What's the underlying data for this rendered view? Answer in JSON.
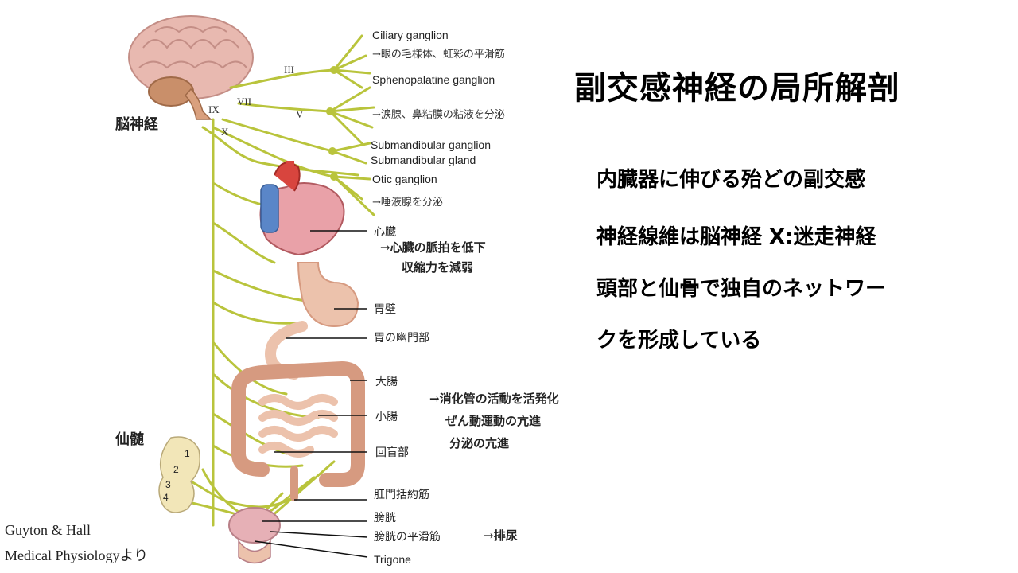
{
  "slide": {
    "title": "副交感神経の局所解剖",
    "body_lines": [
      "内臓器に伸びる殆どの副交感",
      "神経線維は脳神経 Ⅹ:迷走神経",
      "頭部と仙骨で独自のネットワー",
      "クを形成している"
    ],
    "credit_line1": "Guyton & Hall",
    "credit_line2": "Medical Physiologyより"
  },
  "diagram": {
    "cranial_nerves_label": "脳神経",
    "sacral_label": "仙髄",
    "nerve_numerals": {
      "III": "III",
      "VII": "VII",
      "IX": "IX",
      "X": "X",
      "V": "V"
    },
    "sacral_segments": [
      "1",
      "2",
      "3",
      "4"
    ],
    "ganglia": {
      "ciliary": "Ciliary ganglion",
      "ciliary_effect": "→眼の毛様体、虹彩の平滑筋",
      "sphenopalatine": "Sphenopalatine ganglion",
      "sphenopalatine_effect": "→涙腺、鼻粘膜の粘液を分泌",
      "submandibular_ganglion": "Submandibular ganglion",
      "submandibular_gland": "Submandibular gland",
      "otic": "Otic ganglion",
      "otic_effect": "→唾液腺を分泌"
    },
    "organs": {
      "heart": "心臓",
      "heart_effect1": "→心臓の脈拍を低下",
      "heart_effect2": "収縮力を減弱",
      "stomach_wall": "胃壁",
      "pylorus": "胃の幽門部",
      "large_intestine": "大腸",
      "small_intestine": "小腸",
      "ileocecal": "回盲部",
      "gut_effect1": "→消化管の活動を活発化",
      "gut_effect2": "ぜん動運動の亢進",
      "gut_effect3": "分泌の亢進",
      "anal_sphincter": "肛門括約筋",
      "bladder": "膀胱",
      "bladder_smooth_muscle": "膀胱の平滑筋",
      "bladder_effect": "→排尿",
      "trigone": "Trigone"
    }
  },
  "colors": {
    "nerve": "#b9c43c",
    "brain": "#e8b9b0",
    "brainstem": "#c98f6a",
    "heart_red": "#d8453e",
    "heart_blue": "#5a86c8",
    "organ": "#ecc2ac",
    "organ_dark": "#d69a80",
    "sacrum": "#f2e6b8"
  }
}
